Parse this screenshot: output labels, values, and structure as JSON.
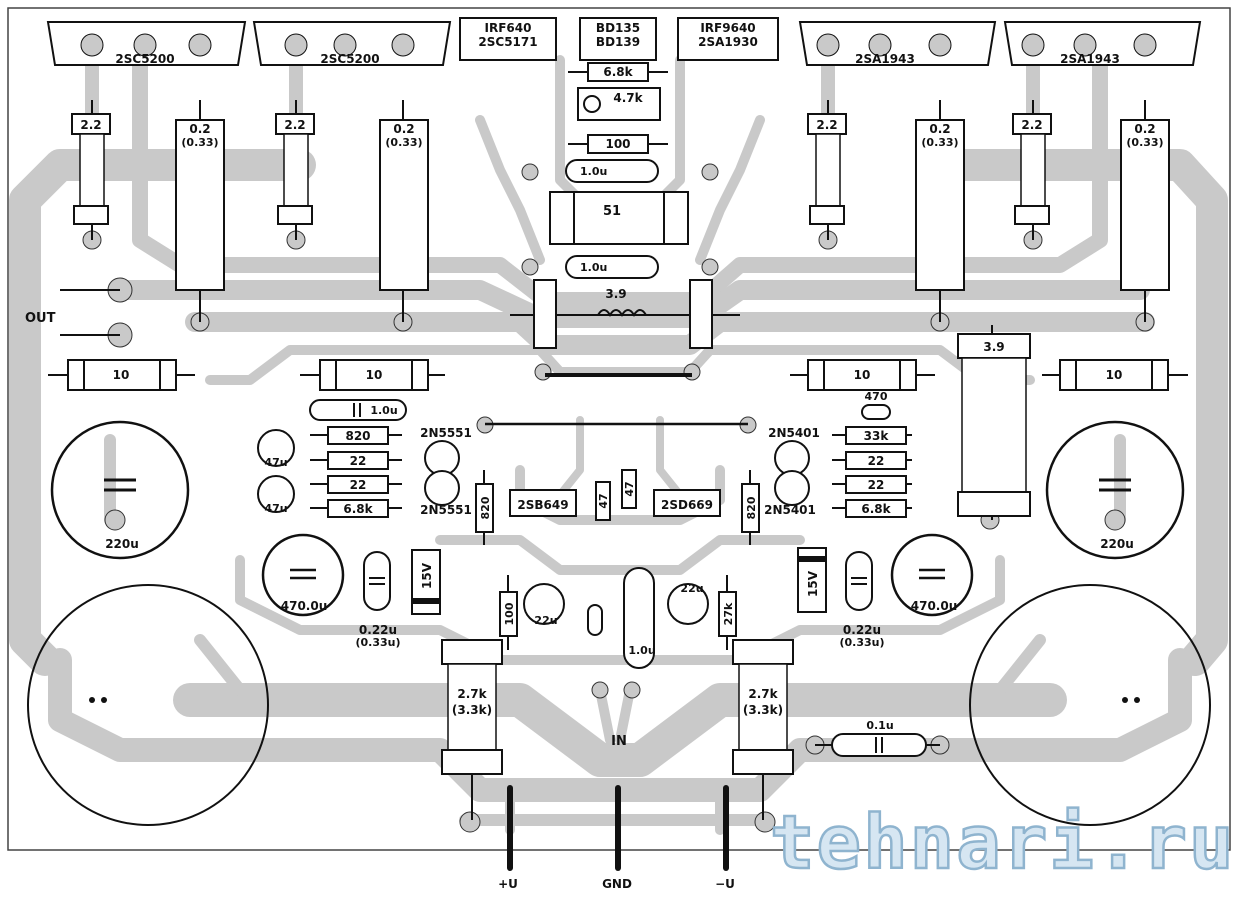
{
  "colors": {
    "copper": "#c9c9c9",
    "ink": "#111111",
    "paper": "#ffffff"
  },
  "power_transistors": [
    {
      "part": "2SC5200"
    },
    {
      "part": "2SC5200"
    },
    {
      "part": "2SA1943"
    },
    {
      "part": "2SA1943"
    }
  ],
  "driver_left": {
    "line1": "IRF640",
    "line2": "2SC5171"
  },
  "bias_transistor": {
    "line1": "BD135",
    "line2": "BD139"
  },
  "driver_right": {
    "line1": "IRF9640",
    "line2": "2SA1930"
  },
  "components": {
    "r_6k8_top": "6.8k",
    "trimmer_4k7": "4.7k",
    "r_100_top": "100",
    "c_1u0_a": "1.0u",
    "r_51": "51",
    "c_1u0_b": "1.0u",
    "inductor": "3.9",
    "r_base_1": "2.2",
    "r_base_2": "2.2",
    "r_base_3": "2.2",
    "r_base_4": "2.2",
    "r_emit_1": "0.2",
    "r_emit_1_alt": "(0.33)",
    "r_emit_2": "0.2",
    "r_emit_2_alt": "(0.33)",
    "r_emit_3": "0.2",
    "r_emit_3_alt": "(0.33)",
    "r_emit_4": "0.2",
    "r_emit_4_alt": "(0.33)",
    "r_10_a": "10",
    "r_10_b": "10",
    "r_10_c": "10",
    "r_10_d": "10",
    "r_3v9": "3.9",
    "c_1u0_c": "1.0u",
    "r_820_a": "820",
    "r_22_a": "22",
    "r_22_b": "22",
    "r_6k8_a": "6.8k",
    "c_47u_a": "47u",
    "c_47u_b": "47u",
    "q_2n5551_a": "2N5551",
    "q_2n5551_b": "2N5551",
    "r_820_v": "820",
    "q_2sb649": "2SB649",
    "r_47_a": "47",
    "r_47_b": "47",
    "q_2sd669": "2SD669",
    "r_470": "470",
    "q_2n5401_a": "2N5401",
    "q_2n5401_b": "2N5401",
    "r_33k": "33k",
    "r_22_c": "22",
    "r_22_d": "22",
    "r_6k8_b": "6.8k",
    "r_820_b": "820",
    "c_220u_a": "220u",
    "c_220u_b": "220u",
    "c_470u_a": "470.0u",
    "c_470u_b": "470.0u",
    "z_15v_a": "15V",
    "z_15v_b": "15V",
    "c_022_a": "0.22u",
    "c_022_a_alt": "(0.33u)",
    "c_022_b": "0.22u",
    "c_022_b_alt": "(0.33u)",
    "r_100_v": "100",
    "c_22u_a": "22u",
    "c_22u_b": "22u",
    "c_1u0_v": "1.0u",
    "r_27k_v": "27k",
    "r_2k7_a": "2.7k",
    "r_2k7_a_alt": "(3.3k)",
    "r_2k7_b": "2.7k",
    "r_2k7_b_alt": "(3.3k)",
    "c_01u": "0.1u"
  },
  "connectors": {
    "out": "OUT",
    "in": "IN",
    "plus_u": "+U",
    "gnd": "GND",
    "minus_u": "−U"
  },
  "watermark": "tehnari.ru"
}
